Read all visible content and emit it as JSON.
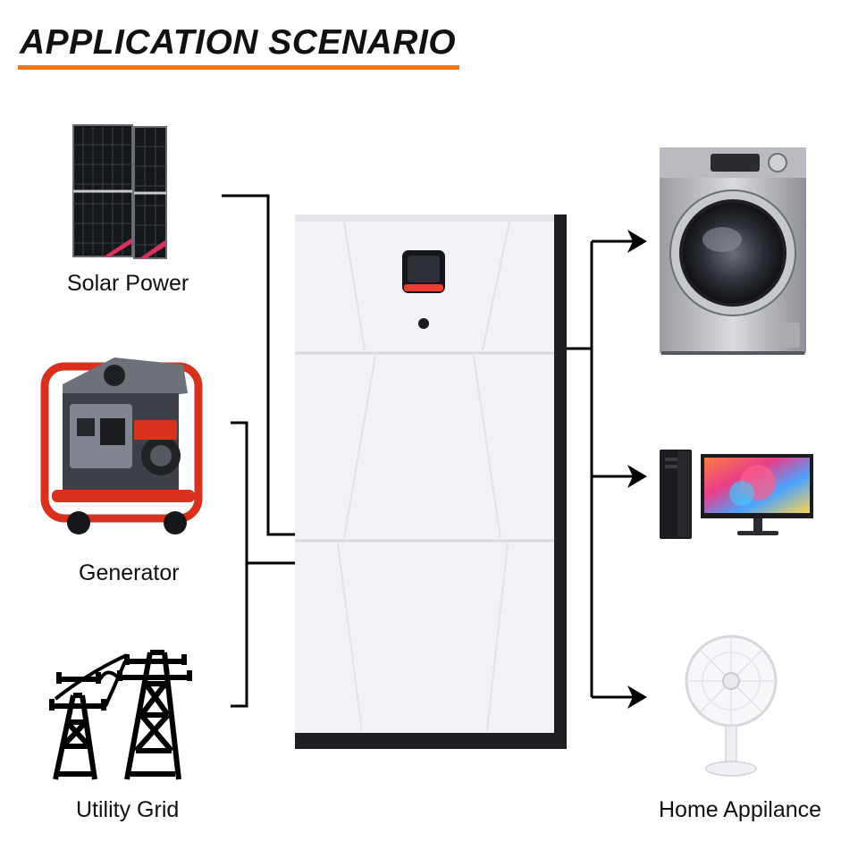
{
  "title": "APPLICATION SCENARIO",
  "sources": [
    {
      "label": "Solar Power",
      "icon": "solar-panels-icon"
    },
    {
      "label": "Generator",
      "icon": "generator-icon"
    },
    {
      "label": "Utility Grid",
      "icon": "power-tower-icon"
    }
  ],
  "hub": {
    "icon": "battery-storage-cabinet-icon"
  },
  "outputs": [
    {
      "icon": "washing-machine-icon"
    },
    {
      "icon": "desktop-computer-icon"
    },
    {
      "icon": "desk-fan-icon"
    }
  ],
  "outputs_label": "Home Appilance",
  "colors": {
    "accent": "#e8781f",
    "line": "#000000",
    "cabinet": "#f1f2f6",
    "cabinet_side": "#1e1f22"
  }
}
